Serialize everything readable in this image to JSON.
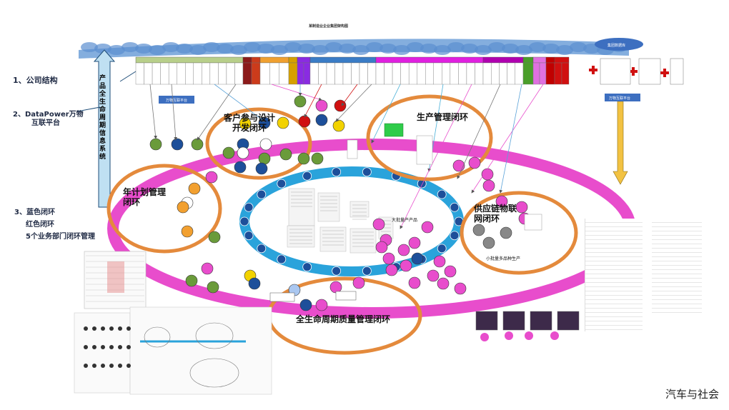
{
  "diagram": {
    "top_title": "某制造业企业集团架构图",
    "left_labels": {
      "item1": "1、公司结构",
      "item2_line1": "2、DataPower万物",
      "item2_line2": "互联平台",
      "item3_line1": "3、蓝色闭环",
      "item3_line2": "红色闭环",
      "item3_line3": "5个业务部门闭环管理"
    },
    "vertical_arrow_text": "产品全生命周期信息系统",
    "loops": {
      "customer": "客户参与设计\n开发闭环",
      "production": "生产管理闭环",
      "annual_plan": "年计划管理\n闭环",
      "supply_chain": "供应链物联\n网闭环",
      "quality": "全生命周期质量管理闭环"
    },
    "platform_left": "万物互联平台",
    "platform_right": "万物互联平台",
    "top_right_badge": "集团数据库",
    "watermark": "汽车与社会",
    "inner_notes": {
      "large_batch": "大批量产产品",
      "small_batch": "小批量多品种生产"
    },
    "colors": {
      "blue_loop": "#2aa3db",
      "pink_loop": "#e84dcc",
      "orange_circle": "#e48a3c",
      "dept_orange": "#f0a030",
      "dept_blue": "#3a7cc6",
      "dept_magenta": "#e020e0",
      "dept_red": "#d01010",
      "dept_green": "#b8cf8a"
    }
  }
}
